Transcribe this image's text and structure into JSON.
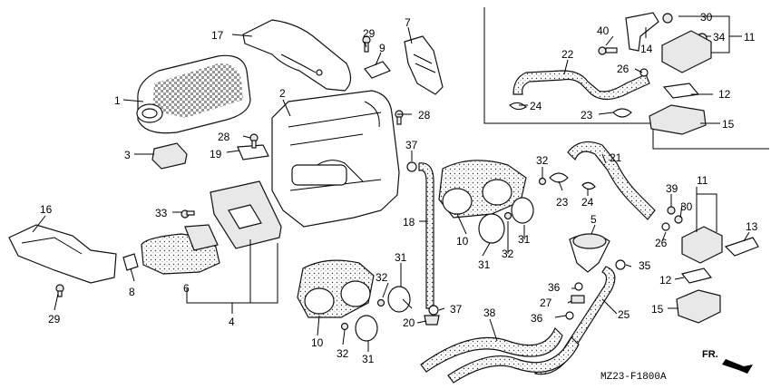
{
  "diagram_code": "MZ23-F1800A",
  "direction_label": "FR.",
  "callouts": {
    "c1": "1",
    "c2": "2",
    "c3": "3",
    "c4": "4",
    "c5": "5",
    "c6": "6",
    "c7": "7",
    "c8": "8",
    "c9": "9",
    "c10a": "10",
    "c10b": "10",
    "c11a": "11",
    "c11b": "11",
    "c12a": "12",
    "c12b": "12",
    "c13": "13",
    "c14": "14",
    "c15a": "15",
    "c15b": "15",
    "c16": "16",
    "c17": "17",
    "c18": "18",
    "c19": "19",
    "c20": "20",
    "c21": "21",
    "c22": "22",
    "c23a": "23",
    "c23b": "23",
    "c24a": "24",
    "c24b": "24",
    "c25": "25",
    "c26a": "26",
    "c26b": "26",
    "c27": "27",
    "c28a": "28",
    "c28b": "28",
    "c29a": "29",
    "c29b": "29",
    "c30a": "30",
    "c30b": "30",
    "c31a": "31",
    "c31b": "31",
    "c31c": "31",
    "c31d": "31",
    "c32a": "32",
    "c32b": "32",
    "c32c": "32",
    "c32d": "32",
    "c33": "33",
    "c34": "34",
    "c35": "35",
    "c36a": "36",
    "c36b": "36",
    "c37a": "37",
    "c37b": "37",
    "c38": "38",
    "c39": "39",
    "c40": "40"
  }
}
